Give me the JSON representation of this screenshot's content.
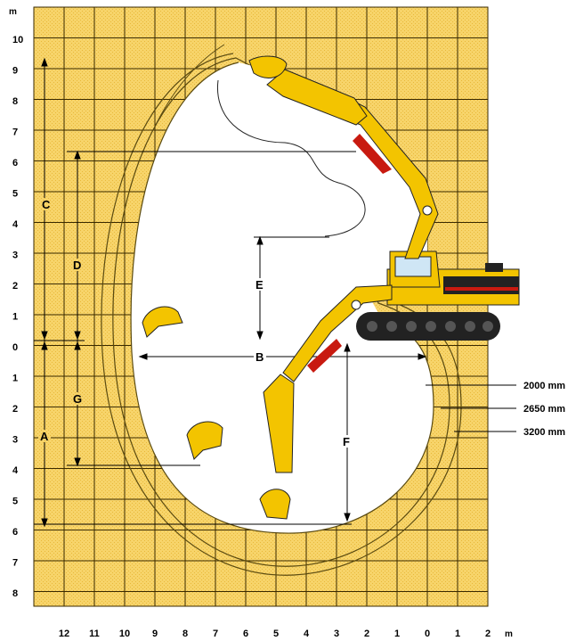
{
  "unit_top": "m",
  "unit_bottom": "m",
  "y_ticks": [
    "10",
    "9",
    "8",
    "7",
    "6",
    "5",
    "4",
    "3",
    "2",
    "1",
    "0",
    "1",
    "2",
    "3",
    "4",
    "5",
    "6",
    "7",
    "8"
  ],
  "x_ticks": [
    "12",
    "11",
    "10",
    "9",
    "8",
    "7",
    "6",
    "5",
    "4",
    "3",
    "2",
    "1",
    "0",
    "1",
    "2"
  ],
  "dimension_labels": {
    "A": "A",
    "B": "B",
    "C": "C",
    "D": "D",
    "E": "E",
    "F": "F",
    "G": "G"
  },
  "radius_labels": [
    "2000 mm",
    "2650 mm",
    "3200 mm"
  ],
  "colors": {
    "grid_fill": "#f7d46a",
    "grid_line": "#3a2a00",
    "machine_yellow": "#f3c400",
    "envelope": "#ffffff",
    "stripe_red": "#c81a10"
  },
  "icons": [
    "excavator-icon",
    "bucket-icon"
  ]
}
